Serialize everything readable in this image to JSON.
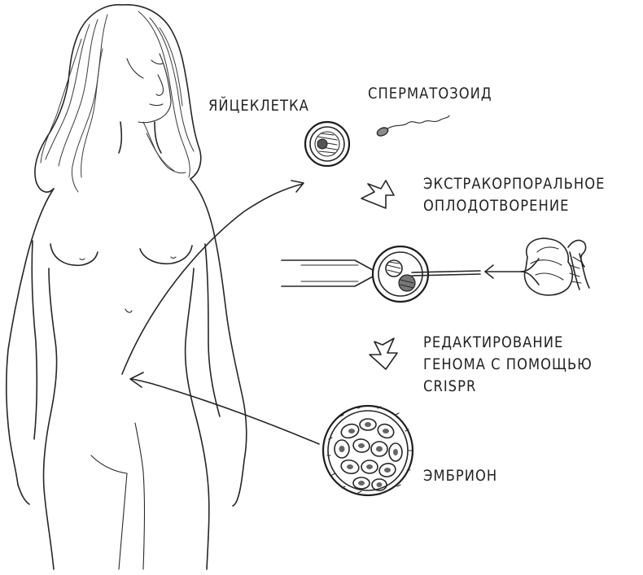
{
  "labels": {
    "egg": "ЯЙЦЕКЛЕТКА",
    "sperm": "СПЕРМАТОЗОИД",
    "ivf_line1": "ЭКСТРАКОРПОРАЛЬНОЕ",
    "ivf_line2": "ОПЛОДОТВОРЕНИЕ",
    "editing_line1": "РЕДАКТИРОВАНИЕ",
    "editing_line2": "ГЕНОМА С ПОМОЩЬЮ",
    "editing_line3": "CRISPR",
    "embryo": "ЭМБРИОН"
  },
  "colors": {
    "ink": "#262626",
    "background": "#ffffff"
  }
}
